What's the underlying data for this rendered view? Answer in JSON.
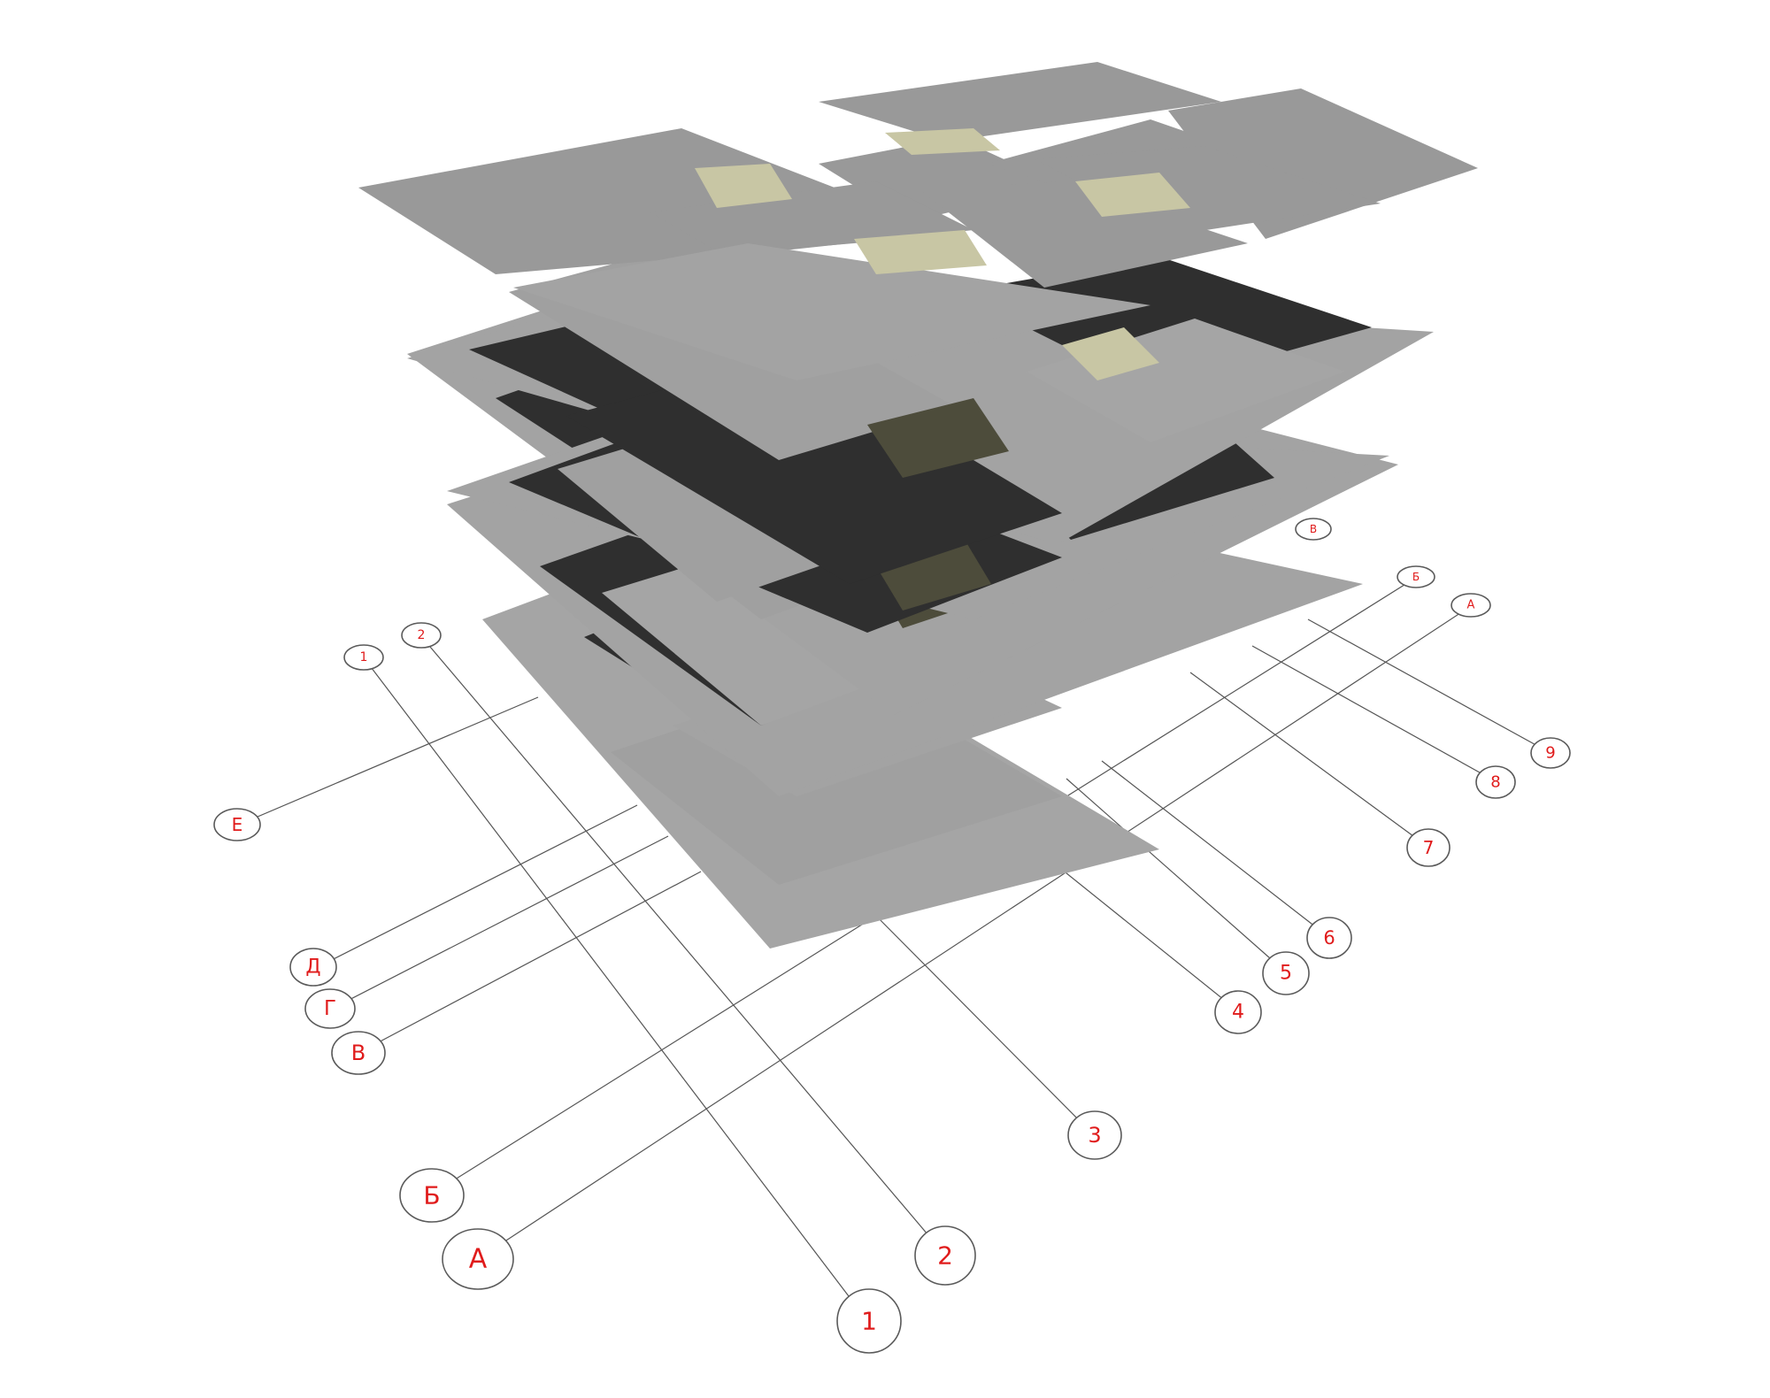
{
  "colors": {
    "slab_light": "#a3a3a3",
    "slab_mid": "#999999",
    "slab_dark": "#2f2f2f",
    "core_beige": "#c8c6a4",
    "core_dark": "#4d4c3b",
    "background": "#ffffff",
    "label_red": "#e01b1b",
    "line": "#555555"
  },
  "grid_axes": {
    "letters": [
      "Е",
      "Д",
      "Г",
      "В",
      "Б",
      "А"
    ],
    "numbers": [
      "1",
      "2",
      "3",
      "4",
      "5",
      "6",
      "7",
      "8",
      "9"
    ],
    "top_labels": [
      "1",
      "2",
      "В",
      "Б",
      "А"
    ]
  }
}
